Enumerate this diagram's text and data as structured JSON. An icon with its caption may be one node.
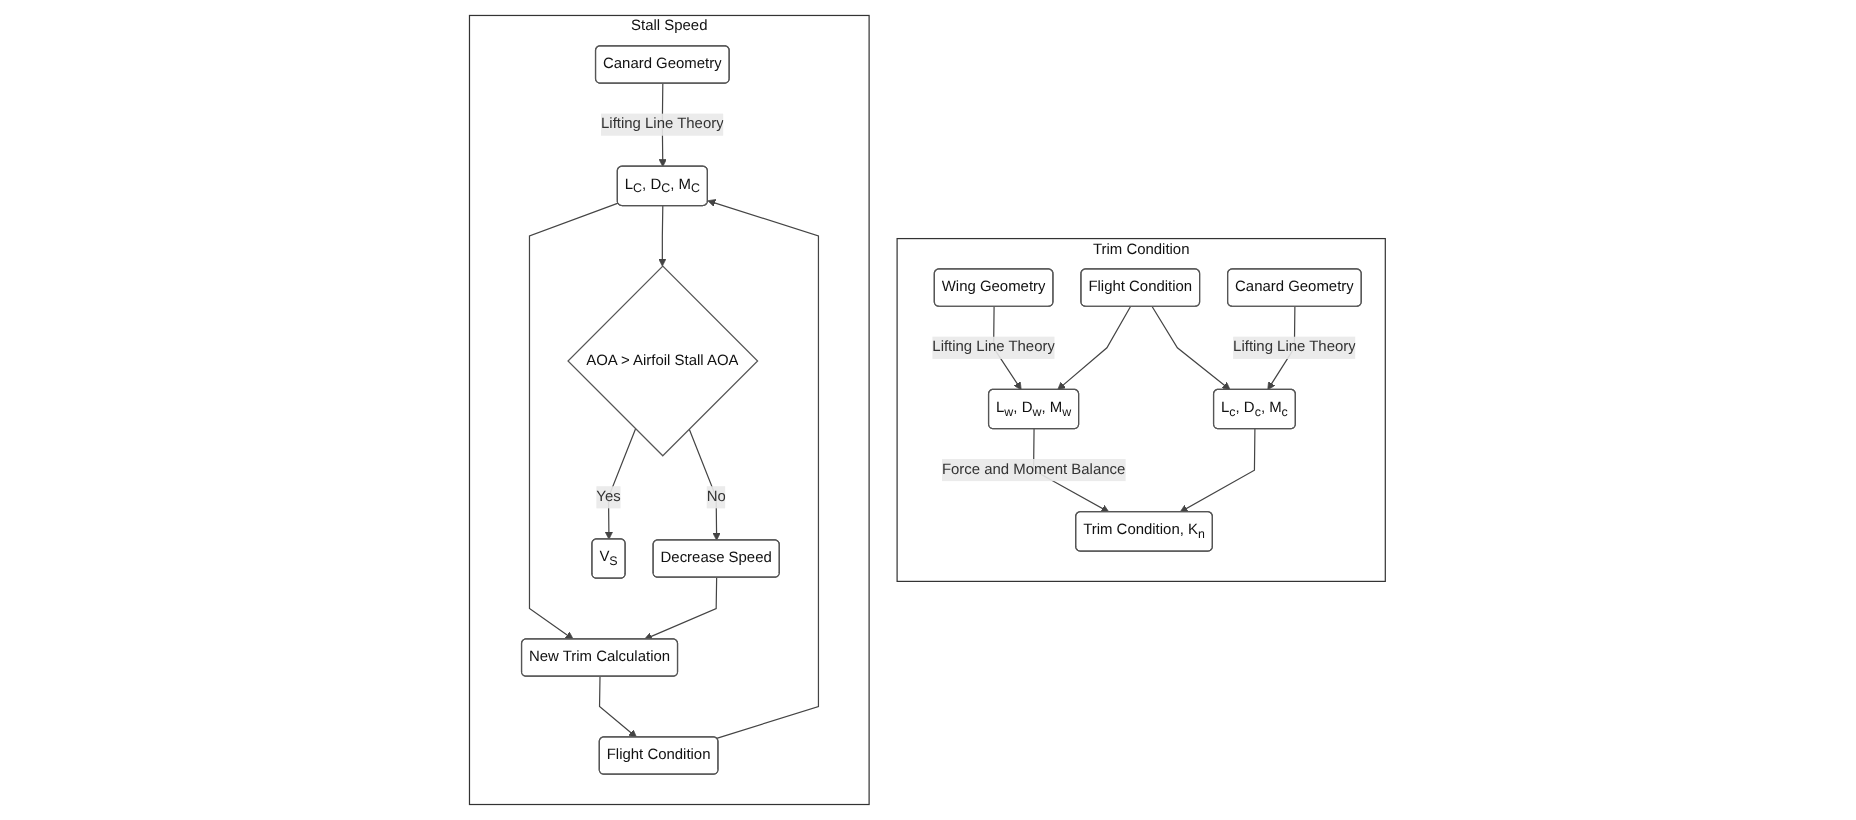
{
  "diagram": {
    "nodes": [
      {
        "text": [
          "Trim Condition"
        ]
      },
      {
        "text": [
          "Wing Geometry"
        ],
        "in": 0
      },
      {
        "text": [
          "Flight Condition"
        ],
        "in": 0
      },
      {
        "text": [
          "Canard Geometry"
        ],
        "in": 0
      },
      {
        "text": [
          "L$_{w}$, D$_{w}$, M$_{w}$"
        ],
        "in": 0
      },
      {
        "text": [
          "L$_{c}$, D$_{c}$, M$_{c}$"
        ],
        "in": 0
      },
      {
        "text": [
          "Trim Condition, K$_{n}$"
        ],
        "in": 0
      },
      {
        "text": [
          "Stall Speed"
        ]
      },
      {
        "text": [
          "Canard Geometry"
        ],
        "in": 7
      },
      {
        "text": [
          "Flight Condition"
        ],
        "in": 7
      },
      {
        "text": [
          "L$_{C}$, D$_{C}$, M$_{C}$"
        ],
        "in": 7
      },
      {
        "text": [
          "New Trim Calculation"
        ],
        "in": 7
      },
      {
        "text": [
          "AOA > Airfoil Stall AOA"
        ],
        "in": 7
      },
      {
        "text": [
          "Decrease Speed"
        ],
        "in": 7
      },
      {
        "text": [
          "V$_{S}$"
        ],
        "in": 7
      }
    ],
    "edges": [
      {
        "from": 1,
        "to": 4,
        "arrow": "to",
        "label": "Lifting Line Theory"
      },
      {
        "from": 2,
        "to": 4,
        "arrow": "to"
      },
      {
        "from": 2,
        "to": 5,
        "arrow": "to"
      },
      {
        "from": 3,
        "to": 5,
        "arrow": "to",
        "label": "Lifting Line Theory"
      },
      {
        "from": 4,
        "to": 6,
        "arrow": "to",
        "label": "Force and Moment Balance"
      },
      {
        "from": 5,
        "to": 6,
        "arrow": "to"
      },
      {
        "from": 8,
        "to": 10,
        "arrow": "to",
        "label": "Lifting Line Theory"
      },
      {
        "from": 9,
        "to": 10,
        "arrow": "to"
      },
      {
        "from": 10,
        "to": 11,
        "arrow": "to"
      },
      {
        "from": 10,
        "to": 12,
        "arrow": "to"
      },
      {
        "from": 12,
        "to": 13,
        "arrow": "to",
        "label": "No"
      },
      {
        "from": 12,
        "to": 14,
        "arrow": "to",
        "label": "Yes"
      },
      {
        "from": 13,
        "to": 11,
        "arrow": "to"
      },
      {
        "from": 11,
        "to": 9,
        "arrow": "to"
      }
    ]
  }
}
